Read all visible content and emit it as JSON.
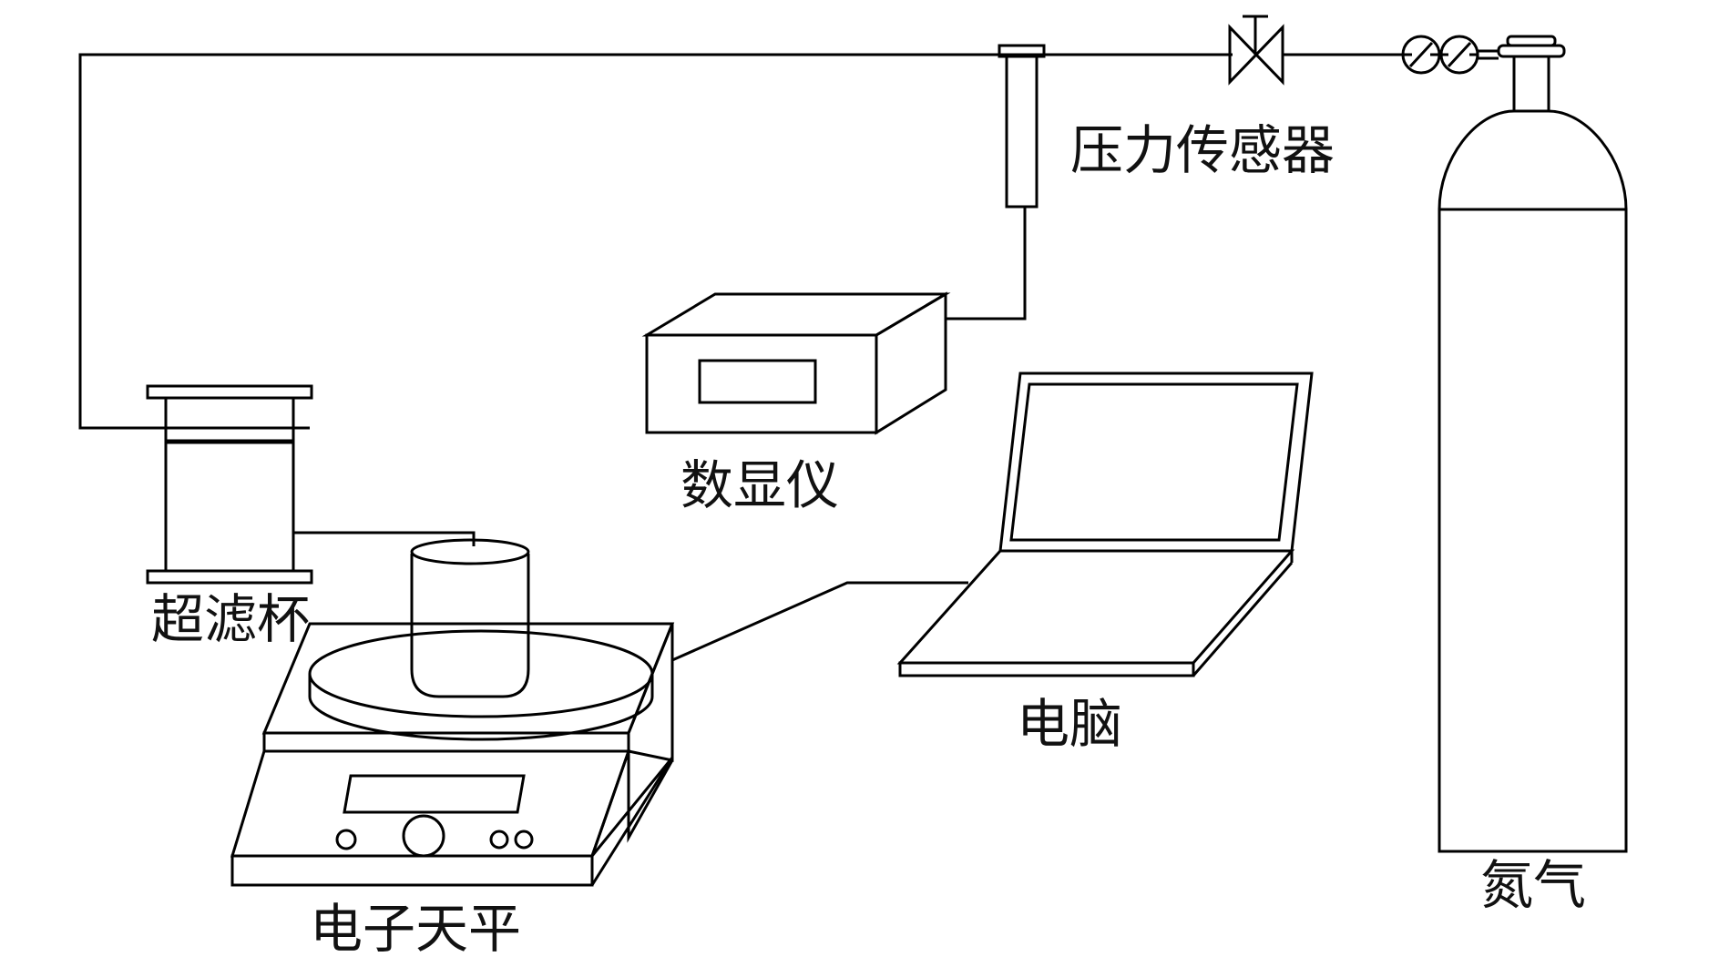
{
  "labels": {
    "pressure_sensor": "压力传感器",
    "digital_display": "数显仪",
    "ultrafiltration_cup": "超滤杯",
    "computer": "电脑",
    "electronic_balance": "电子天平",
    "nitrogen": "氮气"
  },
  "colors": {
    "line": "#000000",
    "background": "#ffffff"
  }
}
